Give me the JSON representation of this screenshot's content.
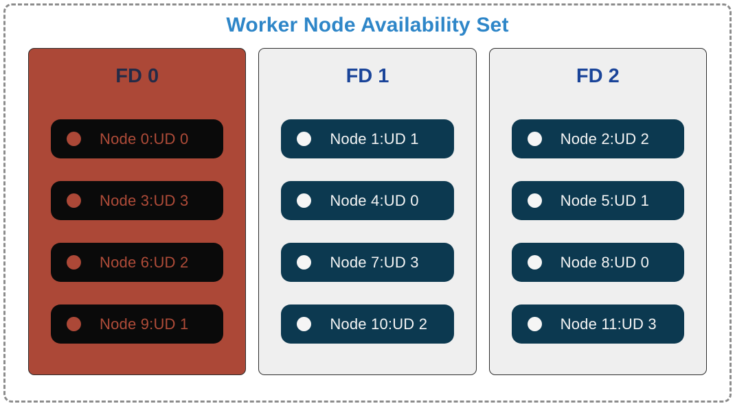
{
  "title": "Worker Node Availability Set",
  "colors": {
    "title_blue": "#2E86C8",
    "fd0_bg": "#AC4837",
    "fd0_title": "#242B47",
    "fd0_pill_bg": "#0A0A0A",
    "fd0_pill_text": "#B04C39",
    "fd_bg": "#EFEFEF",
    "fd_title": "#1A4499",
    "pill_bg": "#0C3950",
    "pill_text": "#F5F5F5",
    "border_gray": "#8C8C8C"
  },
  "fault_domains": [
    {
      "label": "FD 0",
      "theme": "red-highlighted",
      "nodes": [
        "Node 0:UD 0",
        "Node 3:UD 3",
        "Node 6:UD 2",
        "Node 9:UD 1"
      ]
    },
    {
      "label": "FD 1",
      "theme": "default",
      "nodes": [
        "Node 1:UD 1",
        "Node 4:UD 0",
        "Node 7:UD 3",
        "Node 10:UD 2"
      ]
    },
    {
      "label": "FD 2",
      "theme": "default",
      "nodes": [
        "Node 2:UD 2",
        "Node 5:UD 1",
        "Node 8:UD 0",
        "Node 11:UD 3"
      ]
    }
  ]
}
